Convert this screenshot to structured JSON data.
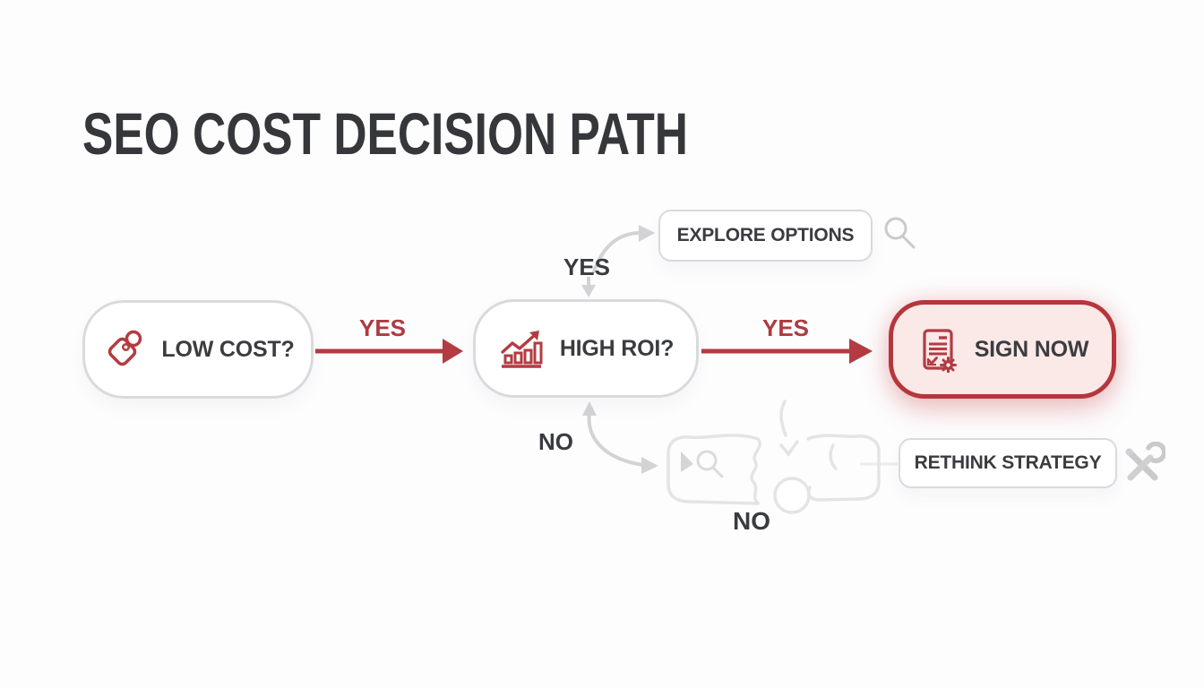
{
  "title": "SEO COST DECISION PATH",
  "flow": {
    "low_cost_label": "LOW COST?",
    "high_roi_label": "HIGH ROI?",
    "sign_now_label": "SIGN NOW",
    "explore_options_label": "EXPLORE OPTIONS",
    "rethink_strategy_label": "RETHINK STRATEGY",
    "edge_low_high": "YES",
    "edge_high_sign": "YES",
    "edge_high_explore": "YES",
    "edge_high_no": "NO",
    "sketch_no": "NO"
  },
  "icons": {
    "low_cost": "price-tag-icon",
    "high_roi": "growth-chart-icon",
    "sign_now": "contract-icon",
    "explore_options": "magnifier-icon",
    "rethink_strategy": "tools-icon",
    "sketch_box": "distorted-box-with-magnifier"
  },
  "colors": {
    "accent_red": "#b23c42",
    "sign_now_border": "#b5363d",
    "sign_now_bg": "#fbe9e8",
    "box_border_gray": "#d9dadb",
    "text_dark": "#3b3c40",
    "label_red": "#ad3b41",
    "arrow_gray": "#d2d3d5",
    "background": "#fdfdfe"
  }
}
